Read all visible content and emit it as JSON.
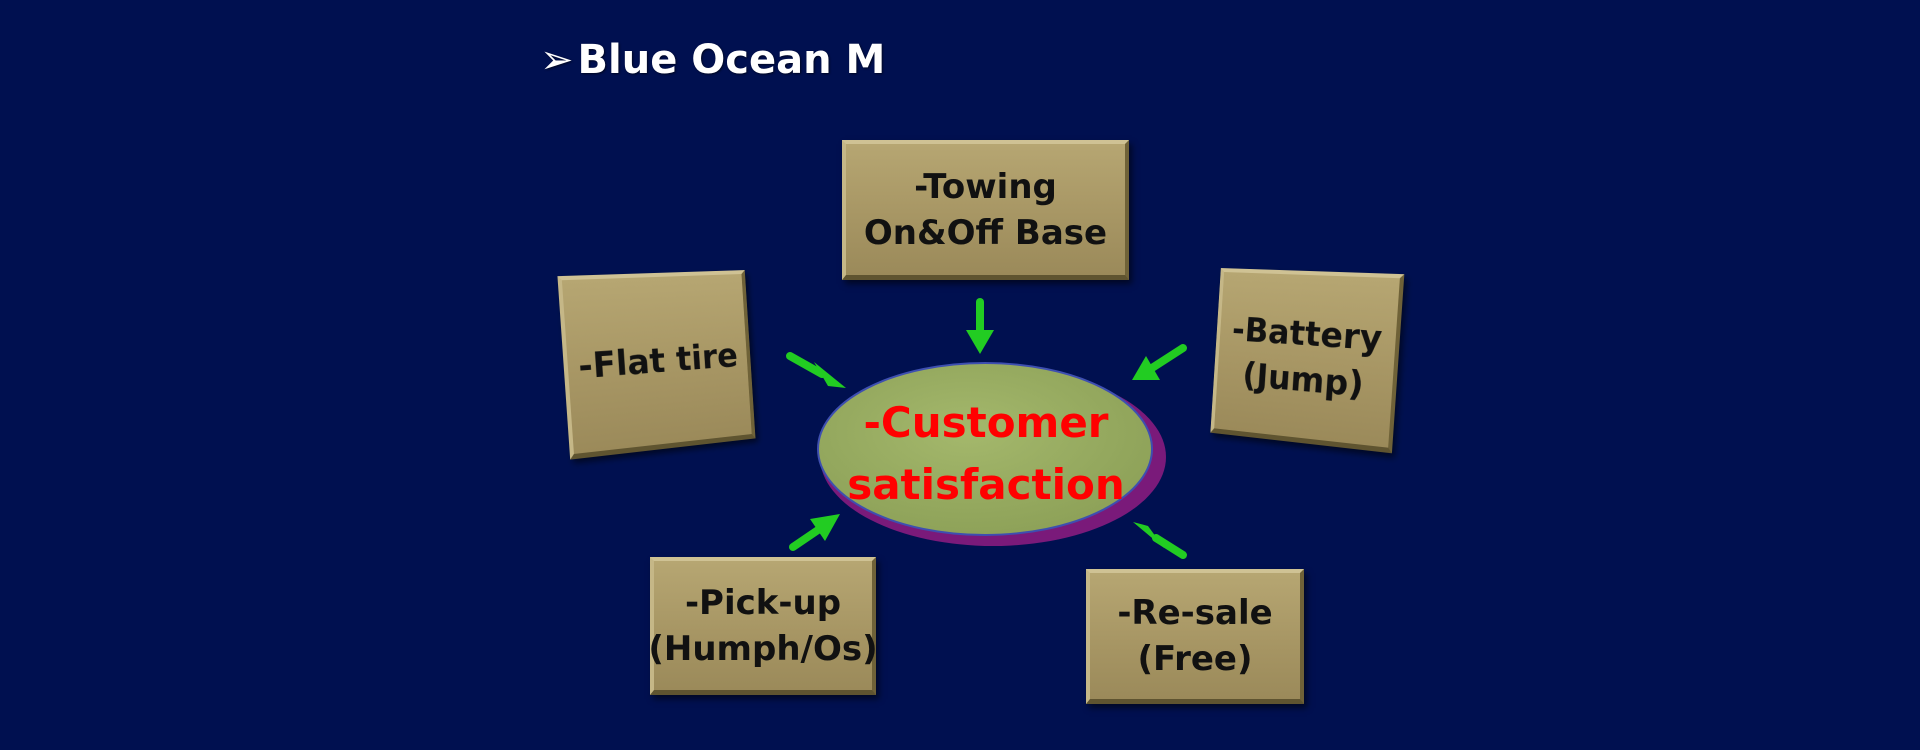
{
  "title": {
    "bullet": "➢",
    "text": "Blue Ocean M"
  },
  "center": {
    "text": "-Customer\nsatisfaction"
  },
  "nodes": {
    "towing": "-Towing\nOn&Off Base",
    "flat_tire": "-Flat tire",
    "battery": "-Battery\n(Jump)",
    "pickup": "-Pick-up\n(Humph/Os)",
    "resale": "-Re-sale\n(Free)"
  },
  "colors": {
    "background": "#001050",
    "box_fill": "#a79664",
    "center_fill": "#93a85f",
    "center_shadow": "#7a1a7a",
    "center_text": "#ff0000",
    "arrow": "#22cc22"
  }
}
